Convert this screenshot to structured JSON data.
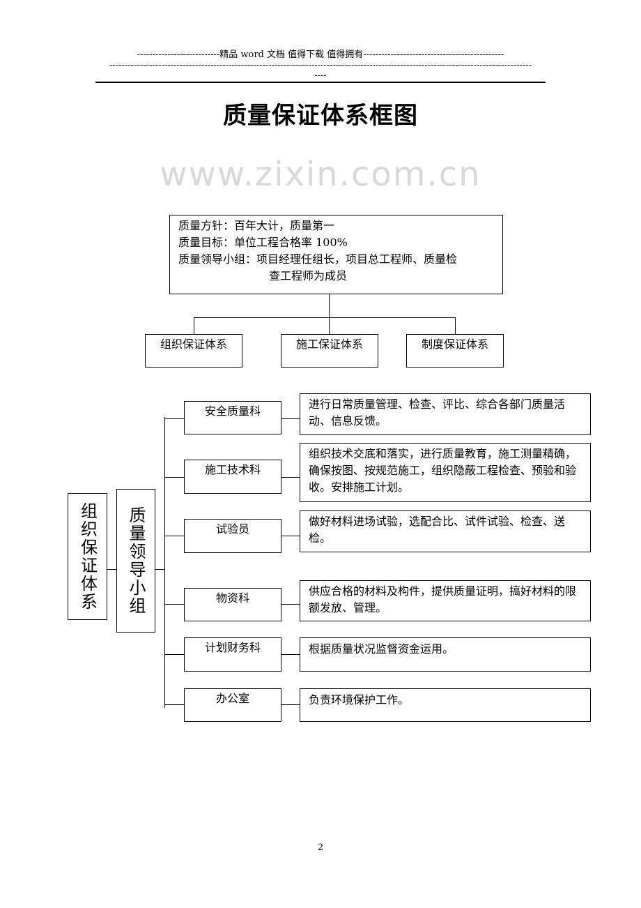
{
  "header": {
    "banner": "---------------------------精品 word 文档  值得下载  值得拥有----------------------------------------------",
    "dash_line": "------------------------------------------------------------------------------------------------------------------------------------------",
    "dash_tail": "----"
  },
  "title": "质量保证体系框图",
  "policy_box": {
    "lines": [
      "质量方针：百年大计，质量第一",
      "质量目标：单位工程合格率 100%",
      "质量领导小组：项目经理任组长，项目总工程师、质量检",
      "查工程师为成员"
    ]
  },
  "systems": [
    "组织保证体系",
    "施工保证体系",
    "制度保证体系"
  ],
  "left_column": {
    "system": "组织保证体系",
    "leadership": "质量领导小组"
  },
  "departments": [
    {
      "name": "安全质量科",
      "duty": "进行日常质量管理、检查、评比、综合各部门质量活动、信息反馈。"
    },
    {
      "name": "施工技术科",
      "duty": "组织技术交底和落实，进行质量教育，施工测量精确，确保按图、按规范施工，组织隐蔽工程检查、预验和验收。安排施工计划。"
    },
    {
      "name": "试验员",
      "duty": "做好材料进场试验，选配合比、试件试验、检查、送检。"
    },
    {
      "name": "物资科",
      "duty": "供应合格的材料及构件，提供质量证明，搞好材料的限额发放、管理。"
    },
    {
      "name": "计划财务科",
      "duty": "根据质量状况监督资金运用。"
    },
    {
      "name": "办公室",
      "duty": "负责环境保护工作。"
    }
  ],
  "watermark": "www.zixin.com.cn",
  "page_number": "2"
}
